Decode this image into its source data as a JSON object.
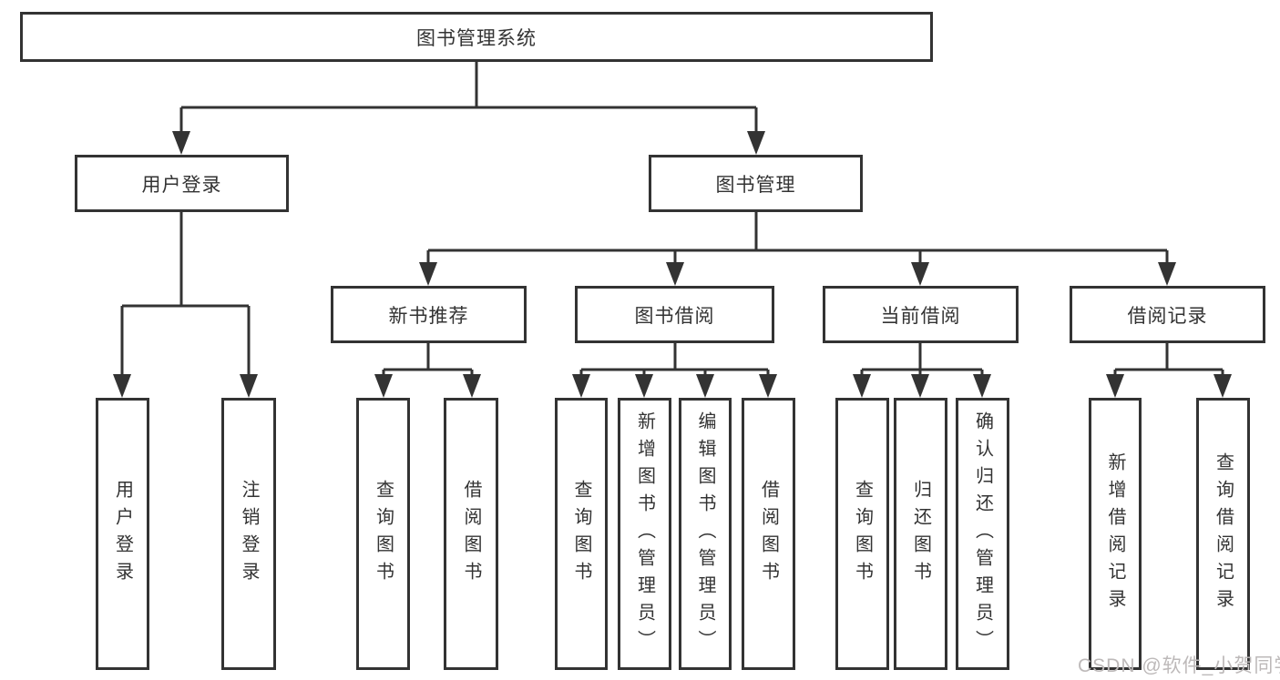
{
  "nodes": {
    "root": "图书管理系统",
    "user_login": "用户登录",
    "book_mgmt": "图书管理",
    "new_book_rec": "新书推荐",
    "book_borrow": "图书借阅",
    "current_borrow": "当前借阅",
    "borrow_records": "借阅记录",
    "user_login_leaf": "用户登录",
    "logout_leaf": "注销登录",
    "nbr_query": "查询图书",
    "nbr_borrow": "借阅图书",
    "bb_query": "查询图书",
    "bb_add": "新增图书（管理员）",
    "bb_edit": "编辑图书（管理员）",
    "bb_borrow": "借阅图书",
    "cb_query": "查询图书",
    "cb_return": "归还图书",
    "cb_confirm": "确认归还（管理员）",
    "br_add": "新增借阅记录",
    "br_query": "查询借阅记录"
  },
  "hierarchy": {
    "图书管理系统": {
      "用户登录": [
        "用户登录",
        "注销登录"
      ],
      "图书管理": {
        "新书推荐": [
          "查询图书",
          "借阅图书"
        ],
        "图书借阅": [
          "查询图书",
          "新增图书（管理员）",
          "编辑图书（管理员）",
          "借阅图书"
        ],
        "当前借阅": [
          "查询图书",
          "归还图书",
          "确认归还（管理员）"
        ],
        "借阅记录": [
          "新增借阅记录",
          "查询借阅记录"
        ]
      }
    }
  },
  "watermark": {
    "text": "CSDN @软件_小贺同学",
    "color": "#bdb9b9"
  },
  "colors": {
    "line": "#333333",
    "text": "#333333",
    "background": "#ffffff"
  }
}
